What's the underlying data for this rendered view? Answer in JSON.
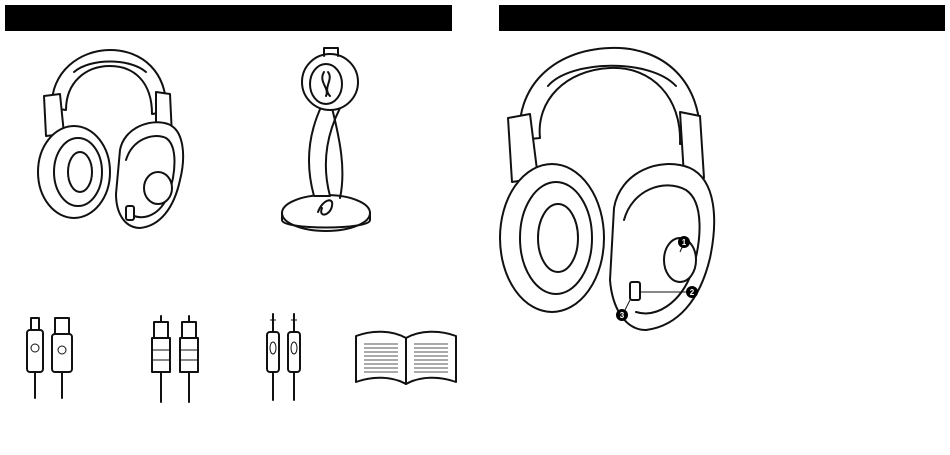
{
  "header_bars": [
    {
      "name": "left-section-header-bar",
      "label": ""
    },
    {
      "name": "right-section-header-bar",
      "label": ""
    }
  ],
  "callouts": [
    {
      "number": "1",
      "target": "power-button"
    },
    {
      "number": "2",
      "target": "charging-port"
    },
    {
      "number": "3",
      "target": "indicator-light"
    }
  ],
  "icons": {
    "headphones": "headphones-icon",
    "charging_stand": "charging-stand-icon",
    "usb_cable": "usb-cable-icon",
    "rca_cable": "rca-cable-icon",
    "audio_cable": "audio-cable-icon",
    "manual": "manual-booklet-icon"
  }
}
